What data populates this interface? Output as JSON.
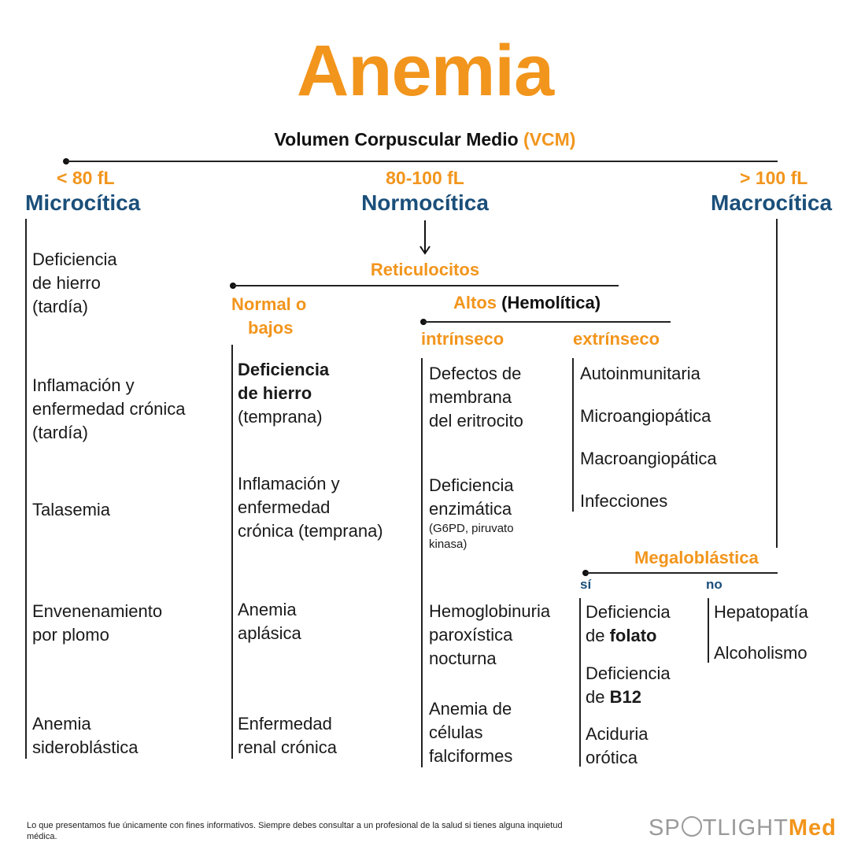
{
  "title": "Anemia",
  "vcm": {
    "label": "Volumen Corpuscular Medio",
    "abbr": "(VCM)"
  },
  "categories": {
    "micro": {
      "range": "< 80 fL",
      "name": "Microcítica"
    },
    "normo": {
      "range": "80-100 fL",
      "name": "Normocítica"
    },
    "macro": {
      "range": "> 100 fL",
      "name": "Macrocítica"
    }
  },
  "micro_items": {
    "i1": [
      "Deficiencia",
      "de hierro",
      "(tardía)"
    ],
    "i2": [
      "Inflamación y",
      "enfermedad crónica",
      "(tardía)"
    ],
    "i3": [
      "Talasemia"
    ],
    "i4": [
      "Envenenamiento",
      "por plomo"
    ],
    "i5": [
      "Anemia",
      "sideroblástica"
    ]
  },
  "normo": {
    "reticulocitos": "Reticulocitos",
    "normal_bajos": [
      "Normal o",
      "bajos"
    ],
    "altos": "Altos",
    "hemolitica": "(Hemolítica)",
    "intrinseco": "intrínseco",
    "extrinseco": "extrínseco",
    "low_items": {
      "i1": {
        "l1": "Deficiencia",
        "l2": "de hierro",
        "l3": "(temprana)"
      },
      "i2": [
        "Inflamación y",
        "enfermedad",
        "crónica (temprana)"
      ],
      "i3": [
        "Anemia",
        "aplásica"
      ],
      "i4": [
        "Enfermedad",
        "renal crónica"
      ]
    },
    "intrinsic_items": {
      "i1": [
        "Defectos de",
        "membrana",
        "del eritrocito"
      ],
      "i2": [
        "Deficiencia",
        "enzimática"
      ],
      "i2_note": [
        "(G6PD, piruvato",
        "kinasa)"
      ],
      "i3": [
        "Hemoglobinuria",
        "paroxística",
        "nocturna"
      ],
      "i4": [
        "Anemia de",
        "células",
        "falciformes"
      ]
    },
    "extrinsic_items": [
      "Autoinmunitaria",
      "Microangiopática",
      "Macroangiopática",
      "Infecciones"
    ]
  },
  "macro": {
    "megaloblastica": "Megaloblástica",
    "si": "sí",
    "no": "no",
    "si_items": {
      "i1": {
        "l1": "Deficiencia",
        "l2a": "de ",
        "l2b": "folato"
      },
      "i2": {
        "l1": "Deficiencia",
        "l2a": "de ",
        "l2b": "B12"
      },
      "i3": [
        "Aciduria",
        "orótica"
      ]
    },
    "no_items": [
      "Hepatopatía",
      "Alcoholismo"
    ]
  },
  "disclaimer": "Lo que presentamos fue únicamente con fines informativos. Siempre debes consultar a un profesional de la salud si tienes alguna inquietud médica.",
  "logo": {
    "part1": "SP",
    "part2": "TLIGHT",
    "part3": "Med"
  },
  "colors": {
    "orange": "#f2951c",
    "blue": "#1b4f7a",
    "text": "#1a1a1a"
  }
}
